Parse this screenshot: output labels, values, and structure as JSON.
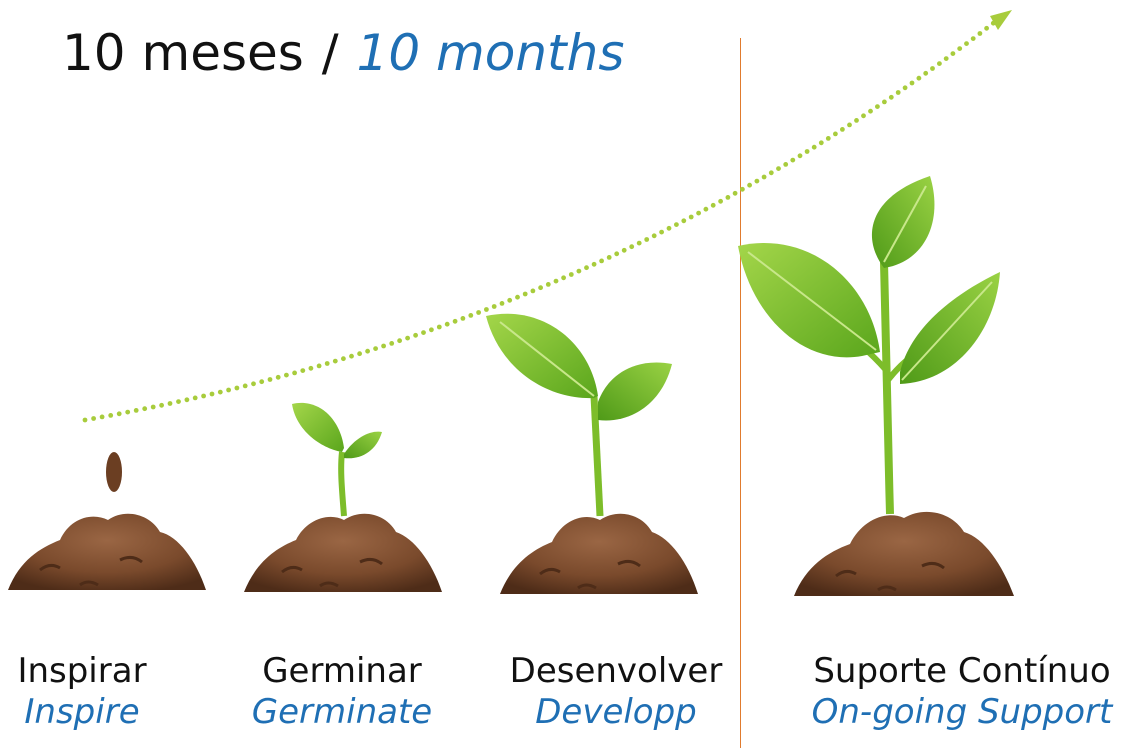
{
  "colors": {
    "english_text": "#1f6fb4",
    "dots": "#a8cc3c",
    "leaf_light": "#8fcc3a",
    "leaf_dark": "#5fa81f",
    "stem": "#7dbd2a",
    "soil_light": "#8a5a3a",
    "soil_dark": "#5c3620",
    "divider": "#e07b2e"
  },
  "duration": {
    "pt": "10 meses",
    "separator": "/",
    "en": "10 months"
  },
  "stages": [
    {
      "pt": "Inspirar",
      "en": "Inspire",
      "icon": "seed-icon"
    },
    {
      "pt": "Germinar",
      "en": "Germinate",
      "icon": "sprout-icon"
    },
    {
      "pt": "Desenvolver",
      "en": "Developp",
      "icon": "young-plant-icon"
    },
    {
      "pt": "Suporte Contínuo",
      "en": "On-going Support",
      "icon": "grown-plant-icon"
    }
  ]
}
